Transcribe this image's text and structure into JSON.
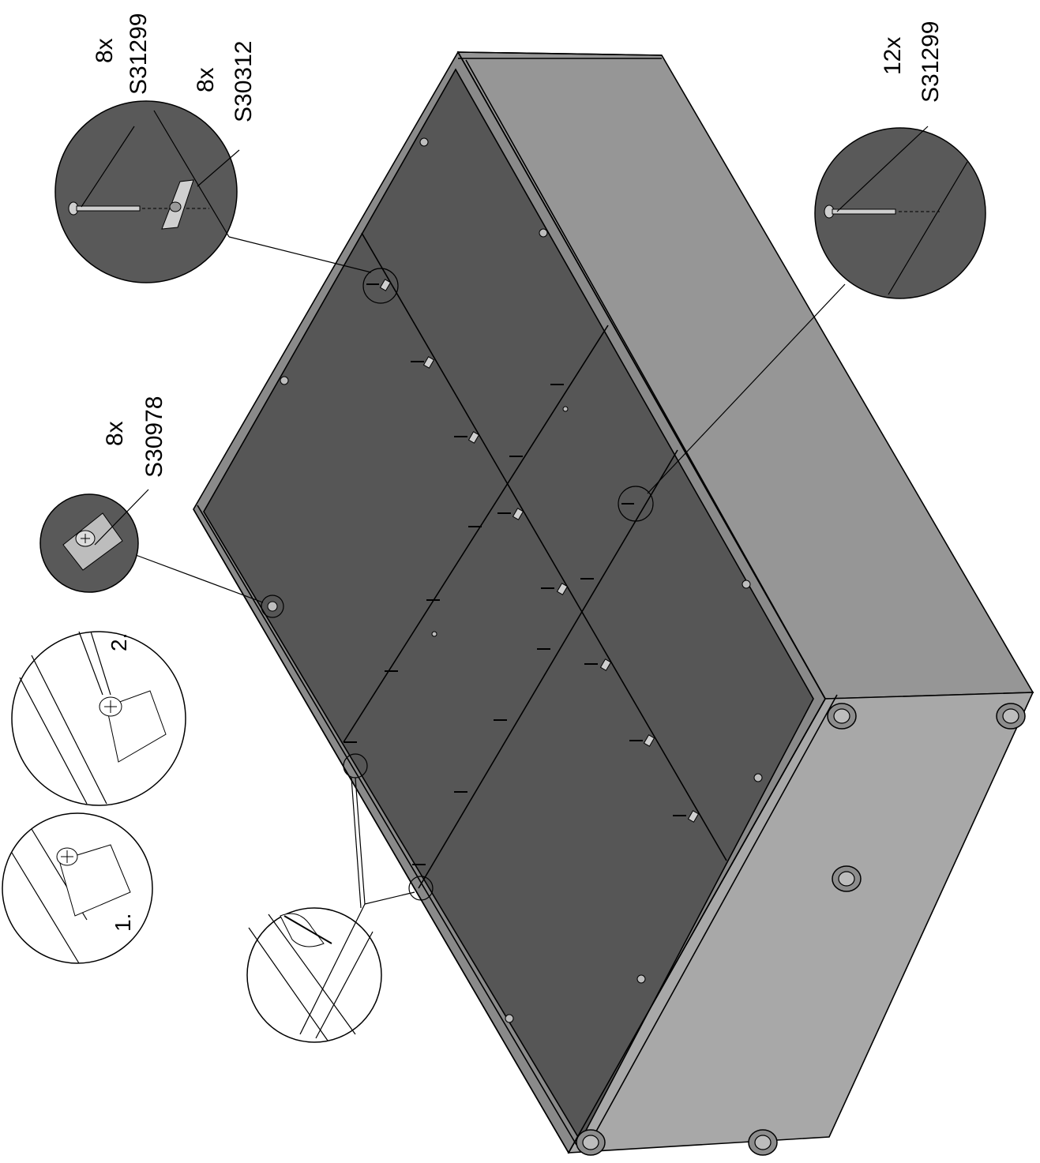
{
  "callouts": {
    "nail_a": {
      "qty": "8x",
      "part": "S31299"
    },
    "clip": {
      "qty": "8x",
      "part": "S30312"
    },
    "nail_b": {
      "qty": "12x",
      "part": "S31299"
    },
    "screw": {
      "qty": "8x",
      "part": "S30978"
    }
  },
  "steps": {
    "one": "1.",
    "two": "2."
  },
  "colors": {
    "panel": "#565656",
    "side_dark": "#969696",
    "side_light": "#a9a9a9",
    "rim": "#8a8a8a",
    "circle_fill": "#595959",
    "line": "#000000"
  },
  "icons": [
    "nail-icon",
    "clip-icon",
    "screw-icon",
    "foot-glide-icon",
    "pencil-hand-icon"
  ]
}
